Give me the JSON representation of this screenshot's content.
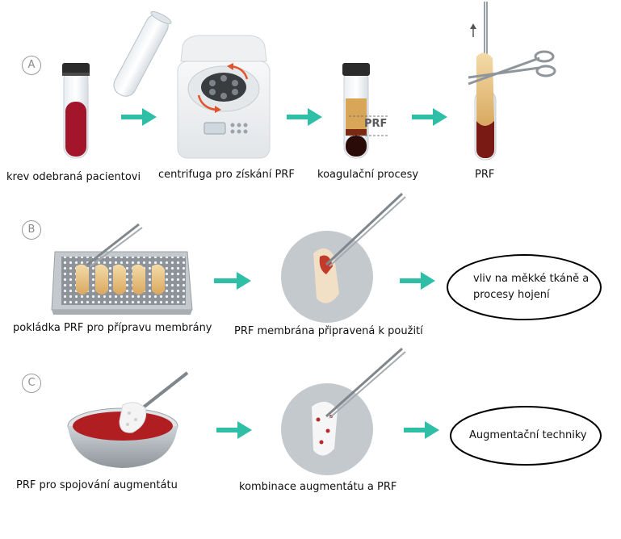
{
  "rows": [
    {
      "label": "A",
      "captions": [
        "krev odebraná pacientovi",
        "centrifuga pro získání PRF",
        "koagulační procesy",
        "PRF"
      ],
      "tube_tag": "PRF"
    },
    {
      "label": "B",
      "captions": [
        "pokládka PRF pro přípravu membrány",
        "PRF membrána připravená k použití"
      ],
      "oval": [
        "vliv na měkké tkáně a",
        "procesy hojení"
      ]
    },
    {
      "label": "C",
      "captions": [
        "PRF pro spojování augmentátu",
        "kombinace augmentátu a PRF"
      ],
      "oval": [
        "Augmentační techniky"
      ]
    }
  ],
  "colors": {
    "arrow": "#2fbfa6",
    "blood": "#9e1326",
    "prf": "#e8c58e",
    "label_gray": "#8a8a8a"
  },
  "icons": [
    "test-tube-icon",
    "centrifuge-icon",
    "forceps-icon",
    "scissors-icon",
    "tray-icon",
    "bowl-icon"
  ]
}
